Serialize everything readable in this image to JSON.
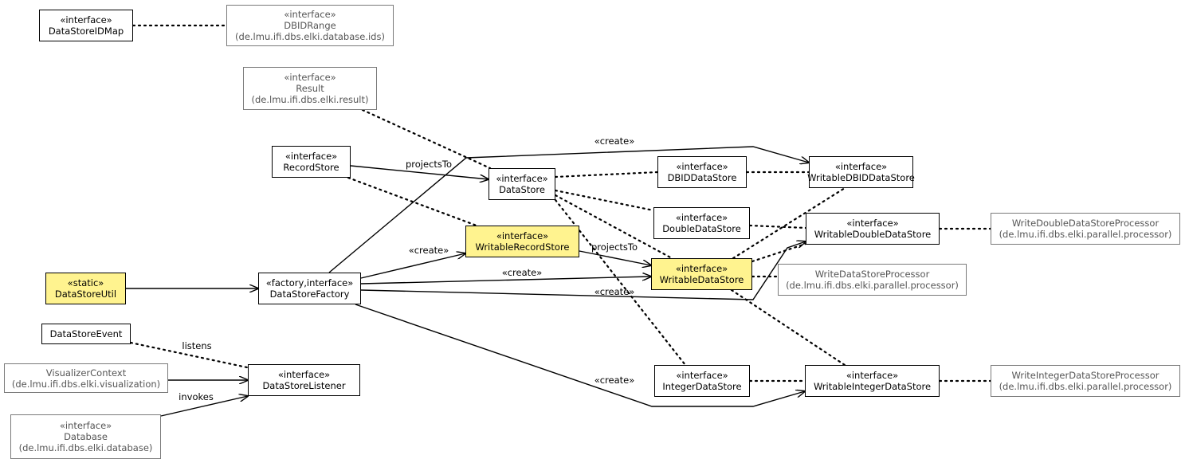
{
  "nodes": [
    {
      "id": "DataStoreIDMap",
      "lines": [
        "«interface»",
        "DataStoreIDMap"
      ],
      "style": "main"
    },
    {
      "id": "DBIDRange",
      "lines": [
        "«interface»",
        "DBIDRange",
        "(de.lmu.ifi.dbs.elki.database.ids)"
      ],
      "style": "external"
    },
    {
      "id": "Result",
      "lines": [
        "«interface»",
        "Result",
        "(de.lmu.ifi.dbs.elki.result)"
      ],
      "style": "external"
    },
    {
      "id": "RecordStore",
      "lines": [
        "«interface»",
        "RecordStore"
      ],
      "style": "main"
    },
    {
      "id": "DataStore",
      "lines": [
        "«interface»",
        "DataStore"
      ],
      "style": "main"
    },
    {
      "id": "DBIDDataStore",
      "lines": [
        "«interface»",
        "DBIDDataStore"
      ],
      "style": "main"
    },
    {
      "id": "WritableDBIDDataStore",
      "lines": [
        "«interface»",
        "WritableDBIDDataStore"
      ],
      "style": "main"
    },
    {
      "id": "DoubleDataStore",
      "lines": [
        "«interface»",
        "DoubleDataStore"
      ],
      "style": "main"
    },
    {
      "id": "WritableDoubleDataStore",
      "lines": [
        "«interface»",
        "WritableDoubleDataStore"
      ],
      "style": "main"
    },
    {
      "id": "WriteDoubleDataStoreProcessor",
      "lines": [
        "WriteDoubleDataStoreProcessor",
        "(de.lmu.ifi.dbs.elki.parallel.processor)"
      ],
      "style": "external"
    },
    {
      "id": "WritableRecordStore",
      "lines": [
        "«interface»",
        "WritableRecordStore"
      ],
      "style": "highlight"
    },
    {
      "id": "WritableDataStore",
      "lines": [
        "«interface»",
        "WritableDataStore"
      ],
      "style": "highlight"
    },
    {
      "id": "WriteDataStoreProcessor",
      "lines": [
        "WriteDataStoreProcessor",
        "(de.lmu.ifi.dbs.elki.parallel.processor)"
      ],
      "style": "external"
    },
    {
      "id": "DataStoreUtil",
      "lines": [
        "«static»",
        "DataStoreUtil"
      ],
      "style": "highlight"
    },
    {
      "id": "DataStoreFactory",
      "lines": [
        "«factory,interface»",
        "DataStoreFactory"
      ],
      "style": "main"
    },
    {
      "id": "DataStoreEvent",
      "lines": [
        "DataStoreEvent"
      ],
      "style": "main"
    },
    {
      "id": "VisualizerContext",
      "lines": [
        "VisualizerContext",
        "(de.lmu.ifi.dbs.elki.visualization)"
      ],
      "style": "external"
    },
    {
      "id": "DataStoreListener",
      "lines": [
        "«interface»",
        "DataStoreListener"
      ],
      "style": "main"
    },
    {
      "id": "Database",
      "lines": [
        "«interface»",
        "Database",
        "(de.lmu.ifi.dbs.elki.database)"
      ],
      "style": "external"
    },
    {
      "id": "IntegerDataStore",
      "lines": [
        "«interface»",
        "IntegerDataStore"
      ],
      "style": "main"
    },
    {
      "id": "WritableIntegerDataStore",
      "lines": [
        "«interface»",
        "WritableIntegerDataStore"
      ],
      "style": "main"
    },
    {
      "id": "WriteIntegerDataStoreProcessor",
      "lines": [
        "WriteIntegerDataStoreProcessor",
        "(de.lmu.ifi.dbs.elki.parallel.processor)"
      ],
      "style": "external"
    }
  ],
  "edges": [
    {
      "id": "e1",
      "from": "DataStoreIDMap",
      "to": "DBIDRange",
      "kind": "dotted",
      "label": ""
    },
    {
      "id": "e2",
      "from": "Result",
      "to": "DataStore",
      "kind": "dotted",
      "label": ""
    },
    {
      "id": "e3",
      "from": "RecordStore",
      "to": "DataStore",
      "kind": "solid-arrow",
      "label": "projectsTo"
    },
    {
      "id": "e4",
      "from": "RecordStore",
      "to": "WritableRecordStore",
      "kind": "dotted",
      "label": ""
    },
    {
      "id": "e5",
      "from": "DataStore",
      "to": "DBIDDataStore",
      "kind": "dotted",
      "label": ""
    },
    {
      "id": "e6",
      "from": "DataStore",
      "to": "DoubleDataStore",
      "kind": "dotted",
      "label": ""
    },
    {
      "id": "e7",
      "from": "DataStore",
      "to": "WritableDataStore",
      "kind": "dotted",
      "label": ""
    },
    {
      "id": "e8",
      "from": "DataStore",
      "to": "IntegerDataStore",
      "kind": "dotted",
      "label": ""
    },
    {
      "id": "e9",
      "from": "DBIDDataStore",
      "to": "WritableDBIDDataStore",
      "kind": "dotted",
      "label": ""
    },
    {
      "id": "e10",
      "from": "DoubleDataStore",
      "to": "WritableDoubleDataStore",
      "kind": "dotted",
      "label": ""
    },
    {
      "id": "e11",
      "from": "WritableDoubleDataStore",
      "to": "WriteDoubleDataStoreProcessor",
      "kind": "dotted",
      "label": ""
    },
    {
      "id": "e12",
      "from": "WritableDataStore",
      "to": "WritableDBIDDataStore",
      "kind": "dotted",
      "label": ""
    },
    {
      "id": "e13",
      "from": "WritableDataStore",
      "to": "WritableDoubleDataStore",
      "kind": "dotted",
      "label": ""
    },
    {
      "id": "e14",
      "from": "WritableDataStore",
      "to": "WriteDataStoreProcessor",
      "kind": "dotted",
      "label": ""
    },
    {
      "id": "e15",
      "from": "WritableDataStore",
      "to": "WritableIntegerDataStore",
      "kind": "dotted",
      "label": ""
    },
    {
      "id": "e16",
      "from": "WritableRecordStore",
      "to": "WritableDataStore",
      "kind": "solid-arrow",
      "label": "projectsTo"
    },
    {
      "id": "e17",
      "from": "DataStoreUtil",
      "to": "DataStoreFactory",
      "kind": "solid-arrow",
      "label": ""
    },
    {
      "id": "e18",
      "from": "DataStoreFactory",
      "to": "WritableRecordStore",
      "kind": "solid-arrow",
      "label": "«create»"
    },
    {
      "id": "e19",
      "from": "DataStoreFactory",
      "to": "WritableDataStore",
      "kind": "solid-arrow",
      "label": "«create»"
    },
    {
      "id": "e20",
      "from": "DataStoreFactory",
      "to": "WritableDBIDDataStore",
      "kind": "solid-arrow",
      "label": "«create»"
    },
    {
      "id": "e21",
      "from": "DataStoreFactory",
      "to": "WritableDoubleDataStore",
      "kind": "solid-arrow",
      "label": "«create»"
    },
    {
      "id": "e22",
      "from": "DataStoreFactory",
      "to": "WritableIntegerDataStore",
      "kind": "solid-arrow",
      "label": "«create»"
    },
    {
      "id": "e23",
      "from": "DataStoreEvent",
      "to": "DataStoreListener",
      "kind": "dotted",
      "label": "listens"
    },
    {
      "id": "e24",
      "from": "VisualizerContext",
      "to": "DataStoreListener",
      "kind": "solid-arrow",
      "label": ""
    },
    {
      "id": "e25",
      "from": "Database",
      "to": "DataStoreListener",
      "kind": "solid-arrow",
      "label": "invokes"
    },
    {
      "id": "e26",
      "from": "IntegerDataStore",
      "to": "WritableIntegerDataStore",
      "kind": "dotted",
      "label": ""
    },
    {
      "id": "e27",
      "from": "WritableIntegerDataStore",
      "to": "WriteIntegerDataStoreProcessor",
      "kind": "dotted",
      "label": ""
    }
  ]
}
